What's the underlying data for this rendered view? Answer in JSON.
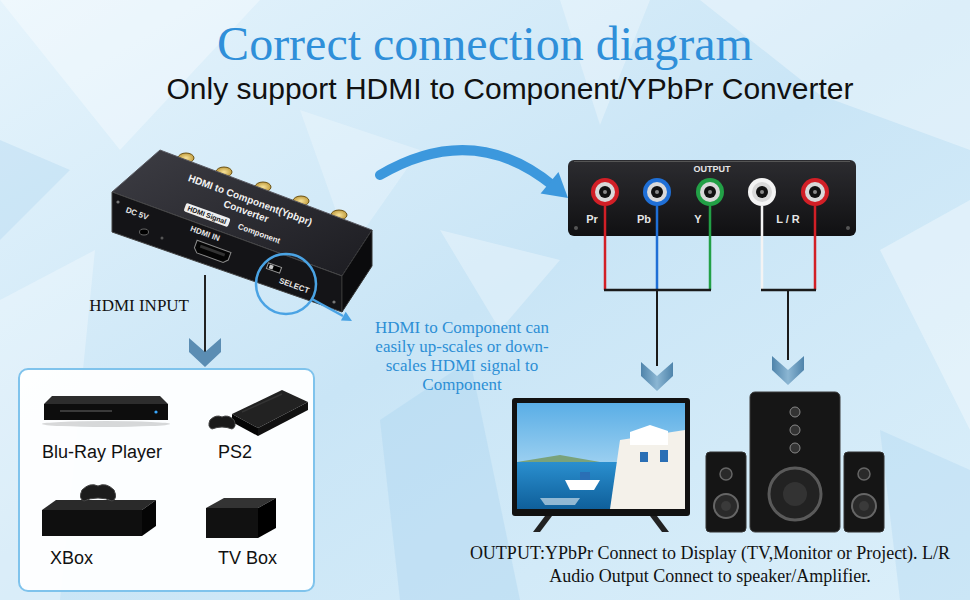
{
  "diagram": {
    "title": "Correct connection diagram",
    "caption": "OUTPUT:YPbPr Connect to Display (TV,Monitor or Project). L/R Audio Output Connect to speaker/Amplifier.",
    "nodes": [
      {
        "text": [
          "HDMI to Component(Ypbpr) Converter",
          "HDMI Signal",
          "Component",
          "DC 5V",
          "HDMI IN",
          "SELECT"
        ]
      },
      {
        "text": [
          "OUTPUT",
          "Pr",
          "Pb",
          "Y",
          "L / R"
        ]
      },
      {
        "text": [
          "Blu-Ray Player",
          "PS2",
          "XBox",
          "TV Box"
        ]
      }
    ],
    "edges": [
      {
        "from": 0,
        "to": 1,
        "arrow": "to"
      },
      {
        "from": 0,
        "to": 2,
        "arrow": "to",
        "label": "HDMI INPUT"
      }
    ],
    "labels": [
      "Only support HDMI to Component/YPbPr Converter",
      "HDMI to Component can easily up-scales or down-scales HDMI signal to Component"
    ]
  }
}
